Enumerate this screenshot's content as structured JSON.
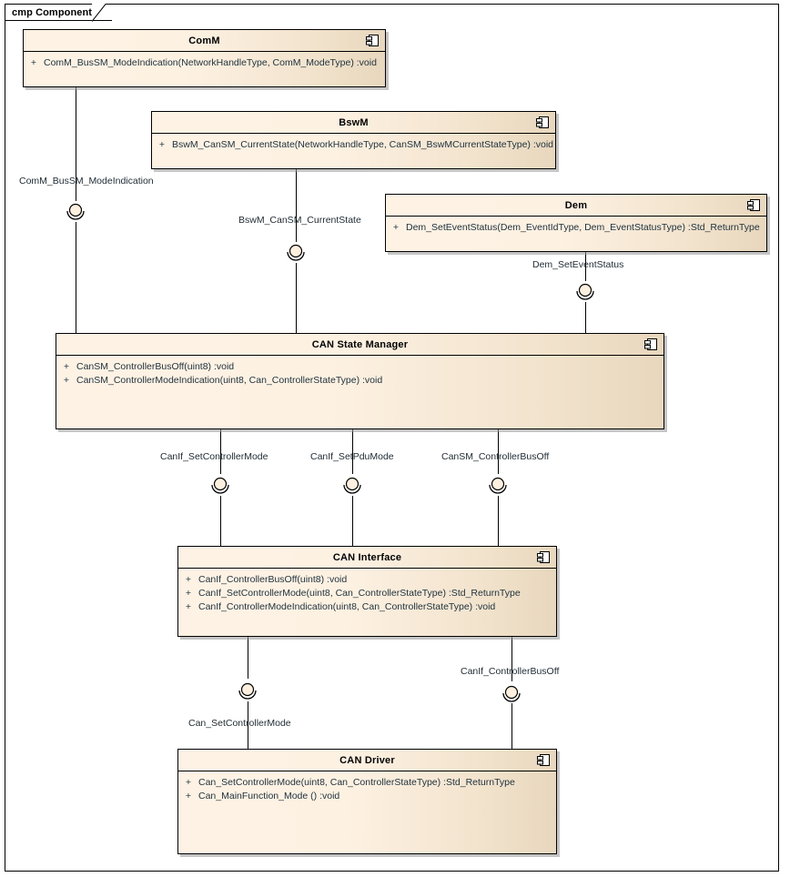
{
  "diagram": {
    "frame_label": "cmp Component",
    "type": "uml-component-diagram",
    "accent_fill": "#fdf2e4",
    "accent_fill_end": "#e8d7bd",
    "border_color": "#000000",
    "text_color": "#20343f"
  },
  "components": [
    {
      "id": "comm",
      "name": "ComM",
      "icon": "component-icon",
      "operations": [
        {
          "visibility": "+",
          "signature": "ComM_BusSM_ModeIndication(NetworkHandleType, ComM_ModeType)  :void"
        }
      ]
    },
    {
      "id": "bswm",
      "name": "BswM",
      "icon": "component-icon",
      "operations": [
        {
          "visibility": "+",
          "signature": "BswM_CanSM_CurrentState(NetworkHandleType, CanSM_BswMCurrentStateType)  :void"
        }
      ]
    },
    {
      "id": "dem",
      "name": "Dem",
      "icon": "component-icon",
      "operations": [
        {
          "visibility": "+",
          "signature": "Dem_SetEventStatus(Dem_EventIdType, Dem_EventStatusType)  :Std_ReturnType"
        }
      ]
    },
    {
      "id": "cansm",
      "name": "CAN State Manager",
      "icon": "component-icon",
      "operations": [
        {
          "visibility": "+",
          "signature": "CanSM_ControllerBusOff(uint8)  :void"
        },
        {
          "visibility": "+",
          "signature": "CanSM_ControllerModeIndication(uint8, Can_ControllerStateType)  :void"
        }
      ]
    },
    {
      "id": "canif",
      "name": "CAN Interface",
      "icon": "component-icon",
      "operations": [
        {
          "visibility": "+",
          "signature": "CanIf_ControllerBusOff(uint8)  :void"
        },
        {
          "visibility": "+",
          "signature": "CanIf_SetControllerMode(uint8, Can_ControllerStateType)  :Std_ReturnType"
        },
        {
          "visibility": "+",
          "signature": "CanIf_ControllerModeIndication(uint8, Can_ControllerStateType)  :void"
        }
      ]
    },
    {
      "id": "candrv",
      "name": "CAN Driver",
      "icon": "component-icon",
      "operations": [
        {
          "visibility": "+",
          "signature": "Can_SetControllerMode(uint8, Can_ControllerStateType)  :Std_ReturnType"
        },
        {
          "visibility": "+",
          "signature": "Can_MainFunction_Mode ()  :void"
        }
      ]
    }
  ],
  "interfaces": [
    {
      "id": "if-comm",
      "label": "ComM_BusSM_ModeIndication",
      "icon": "ball-socket-icon"
    },
    {
      "id": "if-bswm",
      "label": "BswM_CanSM_CurrentState",
      "icon": "ball-socket-icon"
    },
    {
      "id": "if-dem",
      "label": "Dem_SetEventStatus",
      "icon": "ball-socket-icon"
    },
    {
      "id": "if-canifscm",
      "label": "CanIf_SetControllerMode",
      "icon": "ball-socket-icon"
    },
    {
      "id": "if-canifspm",
      "label": "CanIf_SetPduMode",
      "icon": "ball-socket-icon"
    },
    {
      "id": "if-cansmbo",
      "label": "CanSM_ControllerBusOff",
      "icon": "ball-socket-icon"
    },
    {
      "id": "if-canscm",
      "label": "Can_SetControllerMode",
      "icon": "ball-socket-icon"
    },
    {
      "id": "if-canifbo",
      "label": "CanIf_ControllerBusOff",
      "icon": "ball-socket-icon"
    }
  ]
}
